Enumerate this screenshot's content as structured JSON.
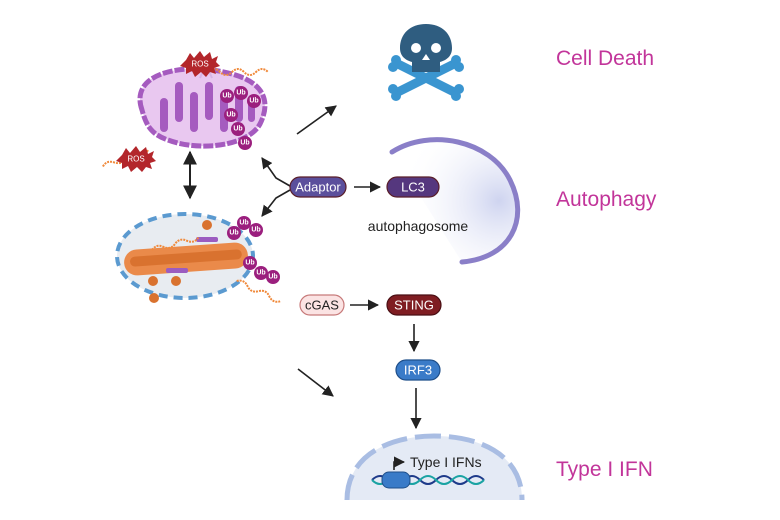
{
  "outcomes": {
    "cell_death": "Cell Death",
    "autophagy": "Autophagy",
    "type1_ifn": "Type I IFN"
  },
  "nodes": {
    "adaptor": "Adaptor",
    "lc3": "LC3",
    "cgas": "cGAS",
    "sting": "STING",
    "irf3": "IRF3"
  },
  "labels": {
    "autophagosome": "autophagosome",
    "gene_label": "Type I IFNs",
    "ub": "Ub",
    "ros": "ROS"
  },
  "colors": {
    "outcome_text": "#c2359a",
    "adaptor": "#5b4f9c",
    "lc3": "#55377e",
    "cgas": "#fbe3e3",
    "sting": "#7f1d22",
    "irf3": "#3a7bc8",
    "ubiquitin": "#9b1f7e",
    "ros": "#b3262b",
    "mitochondrion": "#a55bbf",
    "bacterium": "#ea8a4a",
    "vacuole_border": "#5b9ad0",
    "nucleus": "#cfd8ee",
    "skull": "#2f5d80",
    "bones": "#3a95d0"
  }
}
